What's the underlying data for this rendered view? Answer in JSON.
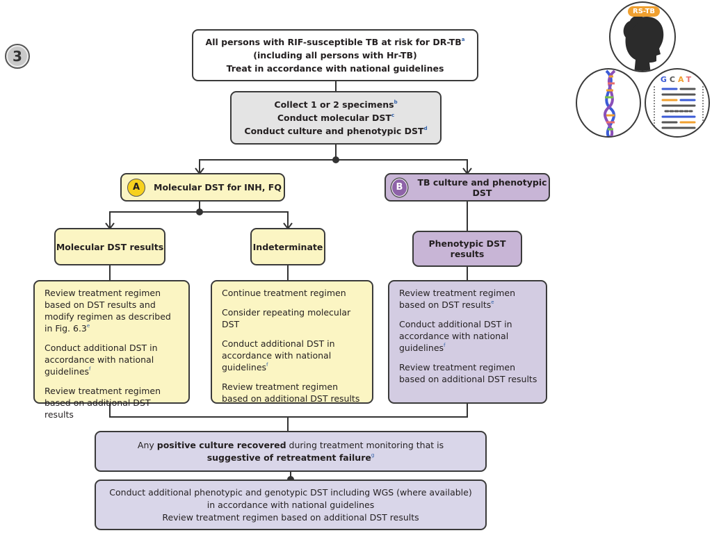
{
  "step_number": "3",
  "icons": {
    "rs_tb_label": "RS-TB",
    "sequence_letters": [
      "G",
      "C",
      "A",
      "T"
    ],
    "colors": {
      "orange": "#f0a030",
      "dna_blue": "#3b5bd6",
      "dna_purple": "#8a4fb8"
    }
  },
  "top_box": {
    "line1": "All persons with RIF-susceptible TB at risk for DR-TB",
    "line1_sup": "a",
    "line2": "(including all persons with Hr-TB)",
    "line3": "Treat in accordance with national guidelines"
  },
  "collect_box": {
    "line1": "Collect 1 or 2 specimens",
    "line1_sup": "b",
    "line2": "Conduct molecular DST",
    "line2_sup": "c",
    "line3": "Conduct culture and phenotypic DST",
    "line3_sup": "d"
  },
  "branch_a": {
    "badge": "A",
    "title": "Molecular DST for INH, FQ",
    "results_left": {
      "title": "Molecular DST results",
      "items": [
        {
          "text": "Review treatment regimen based on DST results and modify regimen as described in Fig. 6.3",
          "sup": "e"
        },
        {
          "text": "Conduct additional DST in accordance with national guidelines",
          "sup": "f"
        },
        {
          "text": "Review treatment regimen based on additional DST results",
          "sup": ""
        }
      ]
    },
    "results_right": {
      "title": "Indeterminate",
      "items": [
        {
          "text": "Continue treatment regimen",
          "sup": ""
        },
        {
          "text": "Consider repeating molecular DST",
          "sup": ""
        },
        {
          "text": "Conduct additional DST in accordance with national guidelines",
          "sup": "f"
        },
        {
          "text": "Review treatment regimen based on additional DST results",
          "sup": ""
        }
      ]
    }
  },
  "branch_b": {
    "badge": "B",
    "title": "TB culture and phenotypic DST",
    "results": {
      "title": "Phenotypic DST results",
      "items": [
        {
          "text": "Review treatment regimen based on DST results",
          "sup": "e"
        },
        {
          "text": "Conduct additional DST in accordance with national guidelines",
          "sup": "f"
        },
        {
          "text": "Review treatment regimen based on additional DST results",
          "sup": ""
        }
      ]
    }
  },
  "positive_box": {
    "pre": "Any ",
    "bold1": "positive culture recovered",
    "mid": " during treatment monitoring that is",
    "bold2": "suggestive of retreatment failure",
    "sup": "g"
  },
  "final_box": {
    "line1": "Conduct additional phenotypic and genotypic DST including WGS (where available)",
    "line2": "in accordance with national guidelines",
    "line3": "Review treatment regimen based on additional DST results"
  }
}
